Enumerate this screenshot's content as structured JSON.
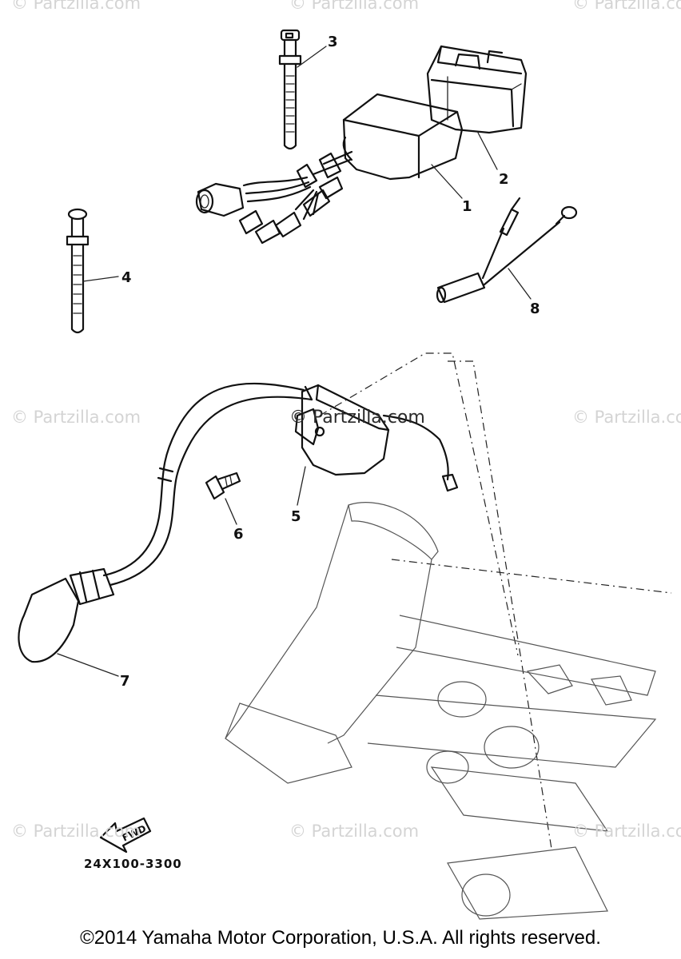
{
  "watermarks": {
    "top_left": "© Partzilla.com",
    "top_center": "© Partzilla.com",
    "top_right": "© Partzilla.com",
    "mid_left": "© Partzilla.com",
    "mid_center": "© Partzilla.com",
    "mid_right": "© Partzilla.com",
    "bottom_left": "© Partzilla.com",
    "bottom_center": "© Partzilla.com",
    "bottom_right": "© Partzilla.com"
  },
  "callouts": {
    "part_1": "1",
    "part_2": "2",
    "part_3": "3",
    "part_4": "4",
    "part_5": "5",
    "part_6": "6",
    "part_7": "7",
    "part_8": "8"
  },
  "fwd_label": "FWD",
  "diagram_code": "24X100-3300",
  "copyright": "©2014 Yamaha Motor Corporation, U.S.A. All rights reserved."
}
